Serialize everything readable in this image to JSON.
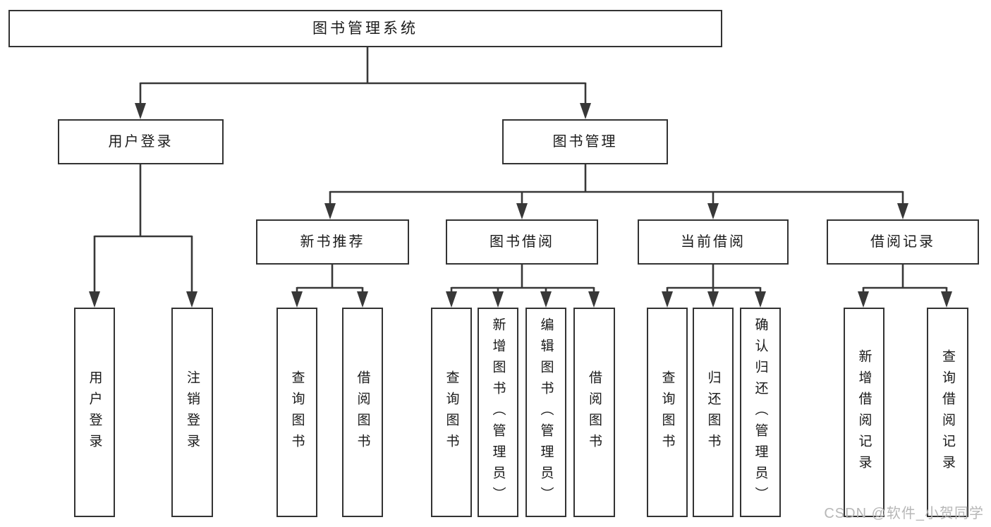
{
  "diagram": {
    "root": {
      "label": "图书管理系统"
    },
    "branches": [
      {
        "label": "用户登录",
        "children": [
          {
            "label": "用户登录"
          },
          {
            "label": "注销登录"
          }
        ]
      },
      {
        "label": "图书管理",
        "children": [
          {
            "label": "新书推荐",
            "children": [
              {
                "label": "查询图书"
              },
              {
                "label": "借阅图书"
              }
            ]
          },
          {
            "label": "图书借阅",
            "children": [
              {
                "label": "查询图书"
              },
              {
                "label": "新增图书（管理员）"
              },
              {
                "label": "编辑图书（管理员）"
              },
              {
                "label": "借阅图书"
              }
            ]
          },
          {
            "label": "当前借阅",
            "children": [
              {
                "label": "查询图书"
              },
              {
                "label": "归还图书"
              },
              {
                "label": "确认归还（管理员）"
              }
            ]
          },
          {
            "label": "借阅记录",
            "children": [
              {
                "label": "新增借阅记录"
              },
              {
                "label": "查询借阅记录"
              }
            ]
          }
        ]
      }
    ]
  },
  "watermark": {
    "text": "CSDN @软件_小贺同学"
  },
  "colors": {
    "line": "#383838",
    "border": "#333333",
    "text": "#1a1a1a",
    "watermark": "#b7b7b7",
    "background": "#ffffff"
  }
}
